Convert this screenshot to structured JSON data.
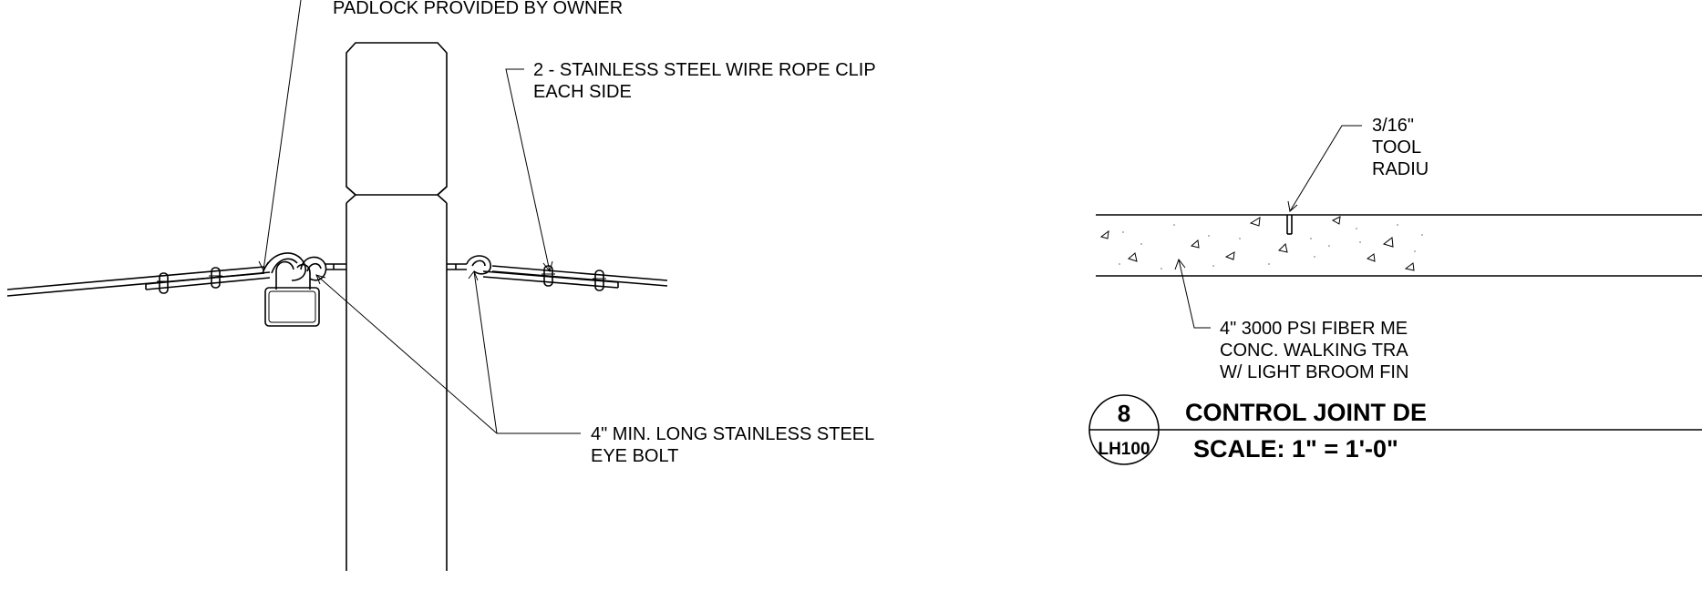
{
  "left_detail": {
    "padlock_note": "PADLOCK PROVIDED BY OWNER",
    "clip_note": [
      "2 - STAINLESS STEEL WIRE ROPE CLIP",
      "EACH SIDE"
    ],
    "eyebolt_note": [
      "4\" MIN. LONG STAINLESS STEEL",
      "EYE BOLT"
    ]
  },
  "right_detail": {
    "joint_note": [
      "3/16\"",
      "TOOL",
      "RADIU"
    ],
    "slab_note": [
      "4\" 3000 PSI FIBER ME",
      "CONC. WALKING TRA",
      "W/ LIGHT BROOM FIN"
    ],
    "title_block": {
      "detail_number": "8",
      "sheet_number": "LH100",
      "title": "CONTROL JOINT DE",
      "scale": "SCALE:  1\" = 1'-0\""
    }
  }
}
